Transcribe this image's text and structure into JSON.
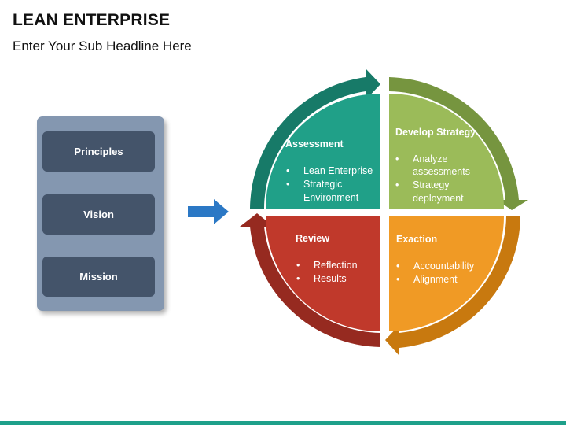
{
  "header": {
    "title": "LEAN ENTERPRISE",
    "subtitle": "Enter Your Sub Headline Here"
  },
  "left_panel": {
    "items": [
      "Principles",
      "Vision",
      "Mission"
    ]
  },
  "quadrants": [
    {
      "title": "Assessment",
      "color": "#20a088",
      "arrow_color": "#177a68",
      "bullets": [
        [
          "Lean Enterprise"
        ],
        [
          "Strategic",
          "Environment"
        ]
      ]
    },
    {
      "title": "Develop Strategy",
      "color": "#9bbb59",
      "arrow_color": "#76953f",
      "bullets": [
        [
          "Analyze",
          "assessments"
        ],
        [
          "Strategy",
          "deployment"
        ]
      ]
    },
    {
      "title": "Review",
      "color": "#c0392b",
      "arrow_color": "#962a20",
      "bullets": [
        [
          "Reflection"
        ],
        [
          "Results"
        ]
      ]
    },
    {
      "title": "Exaction",
      "color": "#f09a25",
      "arrow_color": "#c8790f",
      "bullets": [
        [
          "Accountability"
        ],
        [
          "Alignment"
        ]
      ]
    }
  ],
  "colors": {
    "panel": "#8497b0",
    "pill": "#44546a",
    "connector_arrow": "#2b78c5",
    "bottom_bar": "#1ea08a"
  }
}
